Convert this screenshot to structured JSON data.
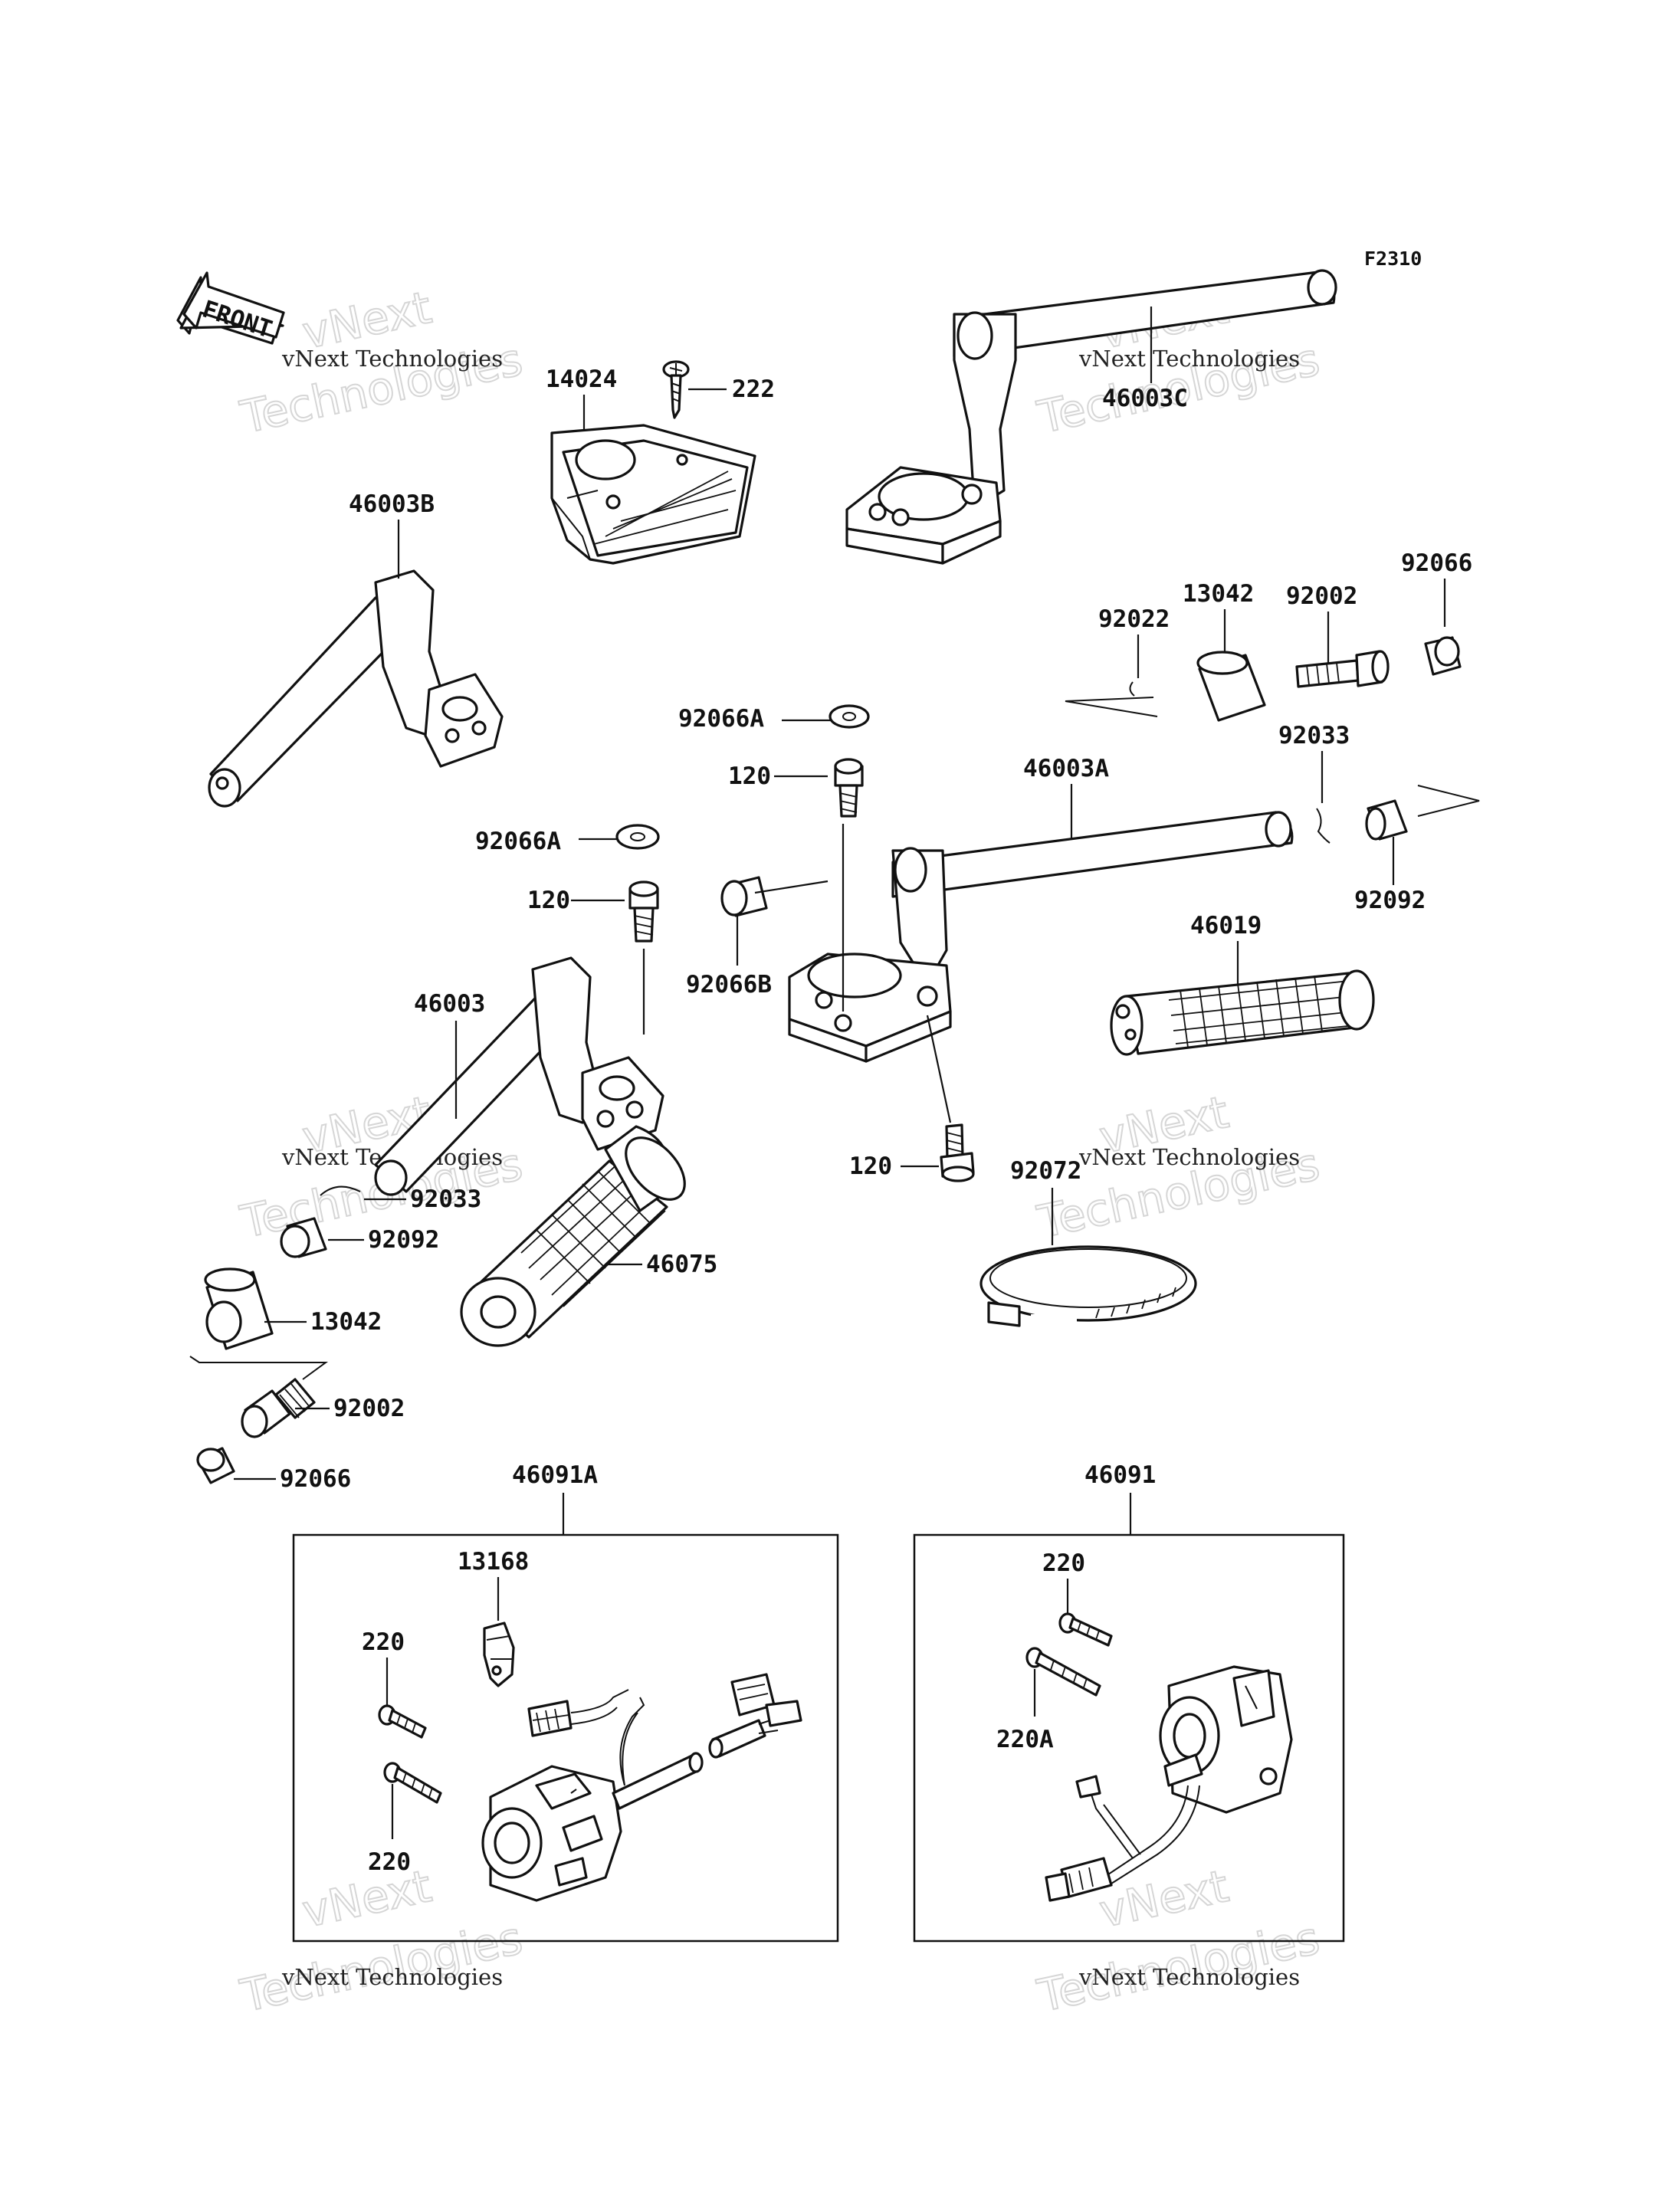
{
  "figure_code": "F2310",
  "front_label": "FRONT",
  "watermark": {
    "line1": "vNext Technologies",
    "line2": "vNext",
    "line3": "Technologies"
  },
  "parts": {
    "p14024": "14024",
    "p222": "222",
    "p46003C": "46003C",
    "p46003B": "46003B",
    "p92022": "92022",
    "p13042_top": "13042",
    "p92002_top": "92002",
    "p92066_top": "92066",
    "p92066A_1": "92066A",
    "p120_1": "120",
    "p46003A": "46003A",
    "p92033_top": "92033",
    "p92066A_2": "92066A",
    "p120_2": "120",
    "p92092_top": "92092",
    "p46019": "46019",
    "p92066B": "92066B",
    "p46003": "46003",
    "p120_3": "120",
    "p92033_bot": "92033",
    "p92072": "92072",
    "p92092_bot": "92092",
    "p46075": "46075",
    "p13042_bot": "13042",
    "p92002_bot": "92002",
    "p92066_bot": "92066",
    "p46091A": "46091A",
    "p46091": "46091",
    "p13168": "13168",
    "p220_a": "220",
    "p220_b": "220",
    "p220_c": "220",
    "p220A": "220A"
  }
}
